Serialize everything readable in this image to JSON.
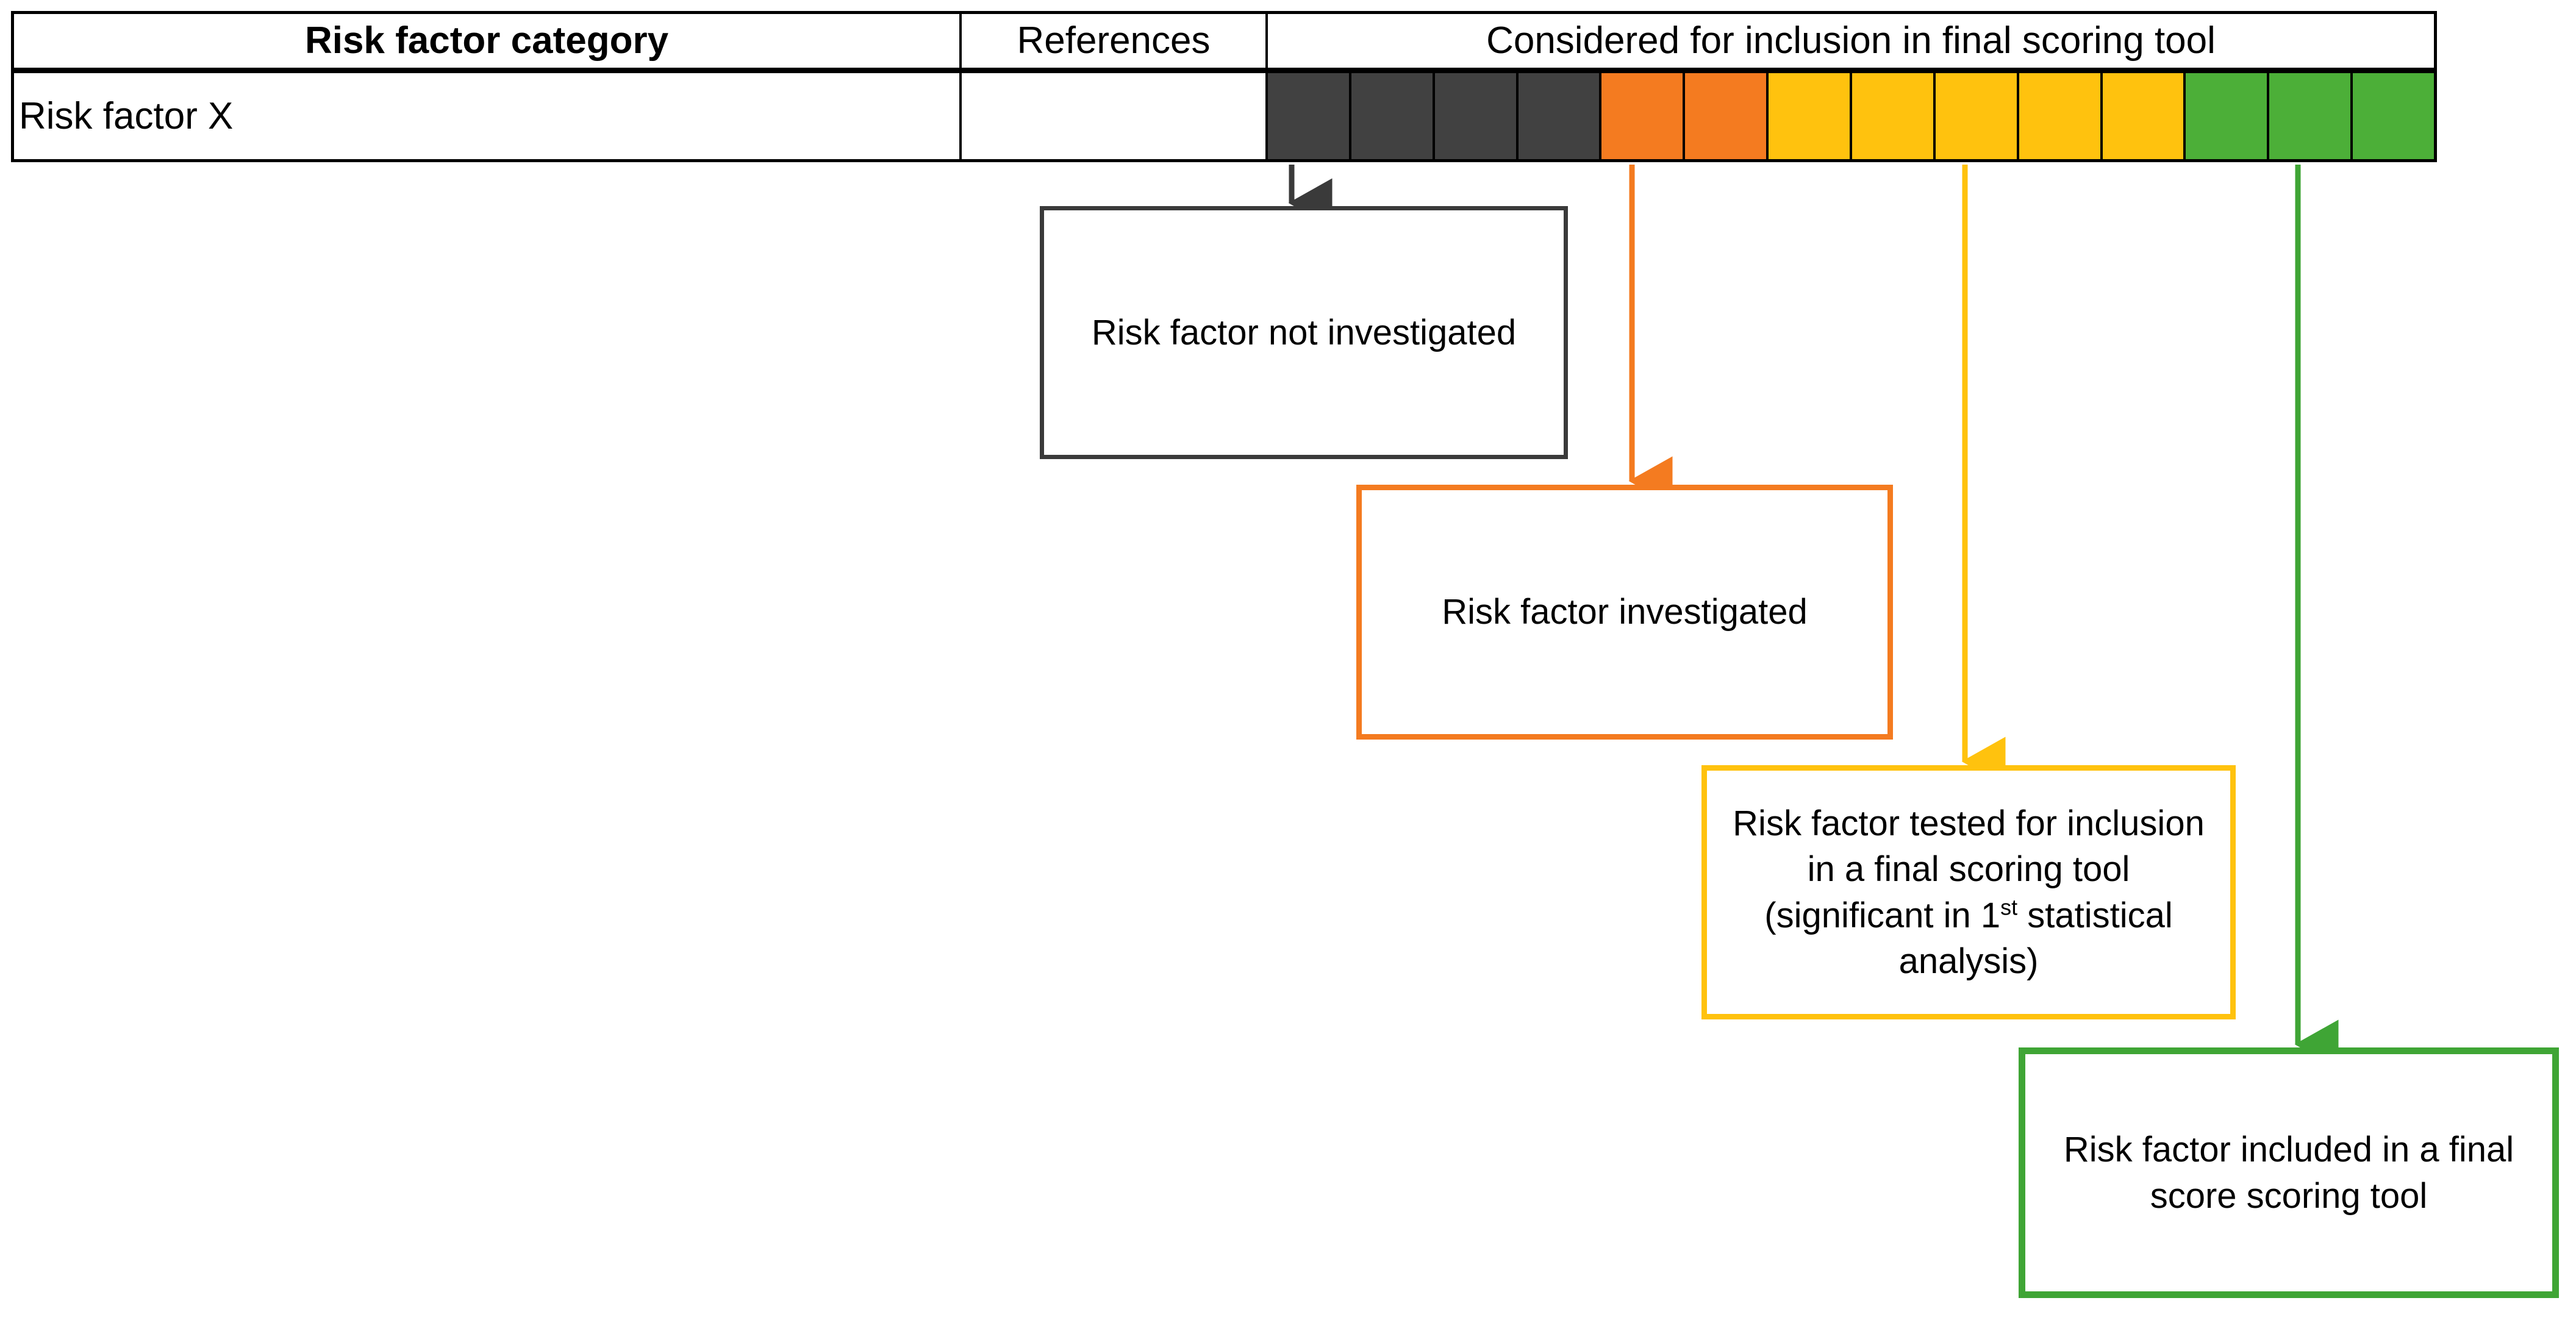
{
  "table": {
    "headers": [
      "Risk factor category",
      "References",
      "Considered for inclusion in final scoring tool"
    ],
    "row": {
      "category": "Risk factor X",
      "references": ""
    },
    "status_cells": [
      {
        "status": "not-investigated",
        "color": "#414141"
      },
      {
        "status": "not-investigated",
        "color": "#414141"
      },
      {
        "status": "not-investigated",
        "color": "#414141"
      },
      {
        "status": "not-investigated",
        "color": "#414141"
      },
      {
        "status": "investigated",
        "color": "#F47B20"
      },
      {
        "status": "investigated",
        "color": "#F47B20"
      },
      {
        "status": "tested-for-inclusion",
        "color": "#FFC20E"
      },
      {
        "status": "tested-for-inclusion",
        "color": "#FFC20E"
      },
      {
        "status": "tested-for-inclusion",
        "color": "#FFC20E"
      },
      {
        "status": "tested-for-inclusion",
        "color": "#FFC20E"
      },
      {
        "status": "tested-for-inclusion",
        "color": "#FFC20E"
      },
      {
        "status": "included",
        "color": "#4CAF38"
      },
      {
        "status": "included",
        "color": "#4CAF38"
      },
      {
        "status": "included",
        "color": "#4CAF38"
      }
    ]
  },
  "legend": {
    "not_investigated": {
      "text": "Risk factor not investigated",
      "color": "#3A3A3A"
    },
    "investigated": {
      "text": "Risk factor investigated",
      "color": "#F47B20"
    },
    "tested": {
      "text_before": "Risk factor tested for inclusion in a final scoring tool (significant in 1",
      "ordinal_suffix": "st",
      "text_after": " statistical analysis)",
      "color": "#FFC20E"
    },
    "included": {
      "text": "Risk factor included in a final score scoring tool",
      "color": "#3FA535"
    }
  }
}
